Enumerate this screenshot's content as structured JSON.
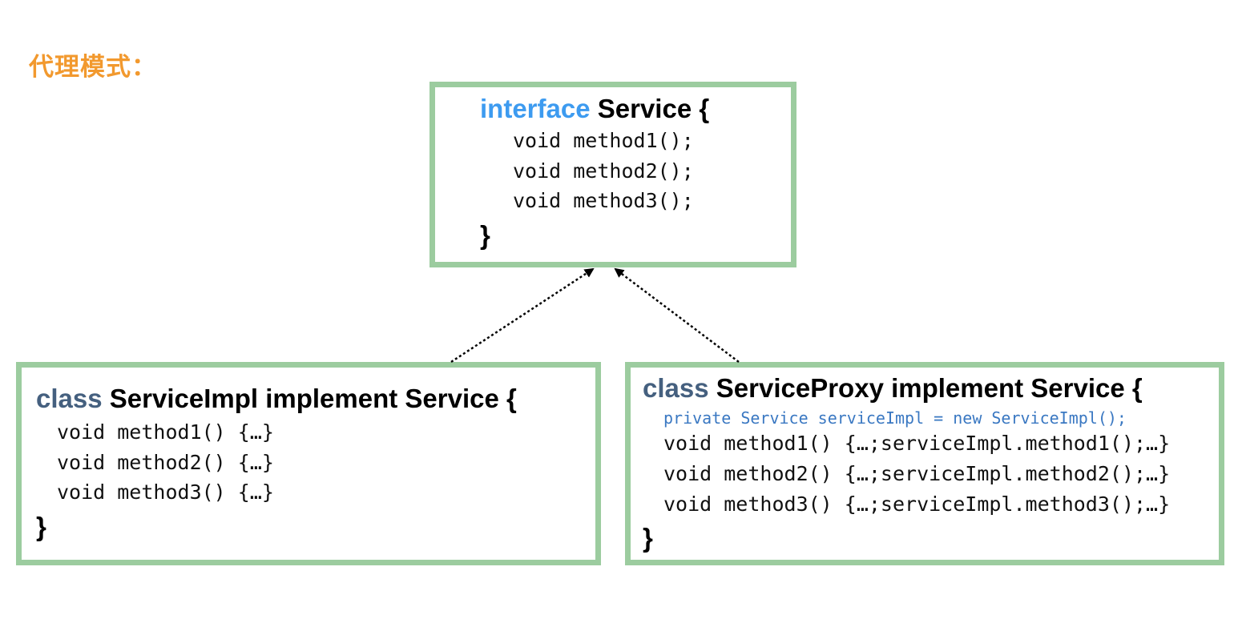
{
  "title": "代理模式：",
  "interface_box": {
    "keyword": "interface",
    "name": "Service {",
    "methods": [
      "void method1();",
      "void method2();",
      "void method3();"
    ],
    "close": "}"
  },
  "impl_box": {
    "keyword": "class",
    "name": "ServiceImpl implement Service {",
    "methods": [
      "void method1() {…}",
      "void method2() {…}",
      "void method3() {…}"
    ],
    "close": "}"
  },
  "proxy_box": {
    "keyword": "class",
    "name": "ServiceProxy implement Service {",
    "field": "private Service serviceImpl = new ServiceImpl();",
    "methods": [
      "void method1() {…;serviceImpl.method1();…}",
      "void method2() {…;serviceImpl.method2();…}",
      "void method3() {…;serviceImpl.method3();…}"
    ],
    "close": "}"
  },
  "colors": {
    "title": "#f2992e",
    "box_border": "#9ccc9f",
    "interface_keyword": "#3d9bf0",
    "class_keyword": "#45607f",
    "field_text": "#3a78c2"
  }
}
